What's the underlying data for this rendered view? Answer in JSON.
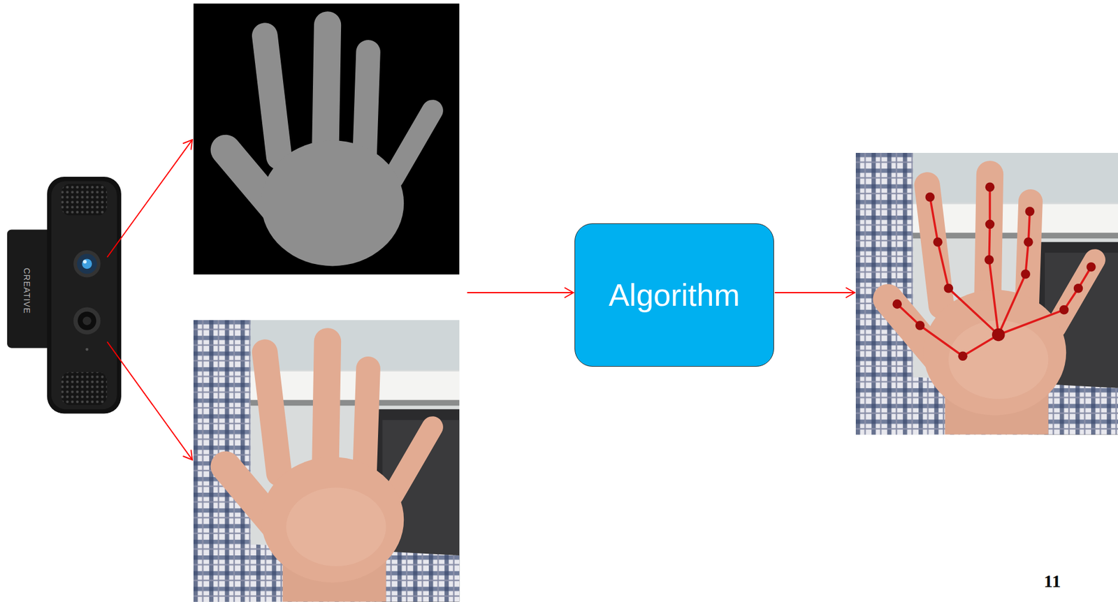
{
  "diagram": {
    "nodes": [
      {
        "text": [
          "Algorithm"
        ]
      }
    ],
    "labels": [
      "CREATIVE",
      "11"
    ]
  }
}
